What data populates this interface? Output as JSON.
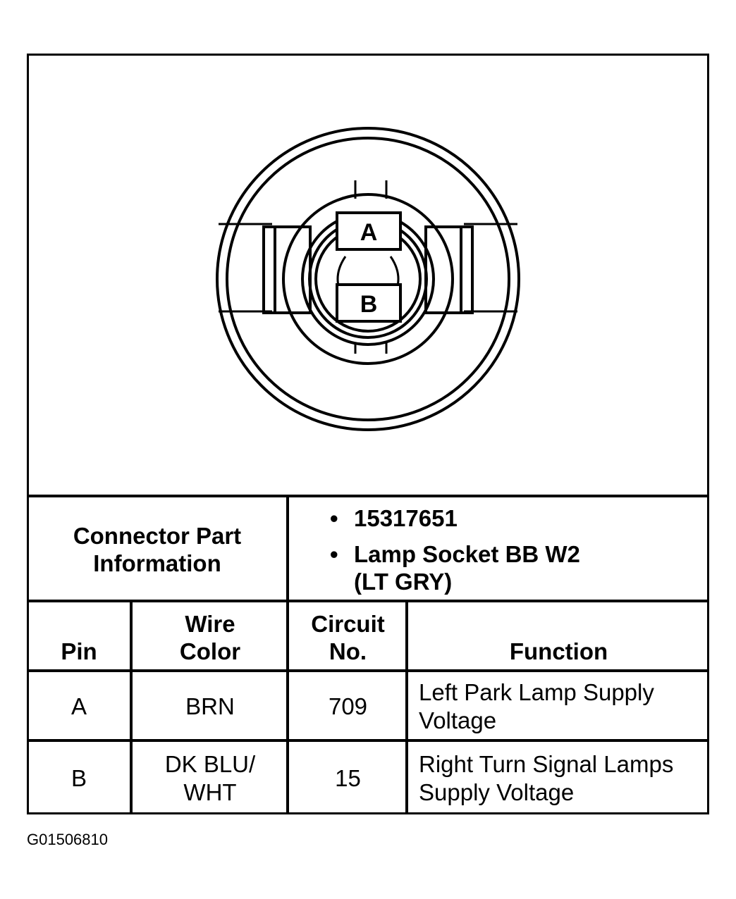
{
  "connector": {
    "pins": [
      {
        "label": "A"
      },
      {
        "label": "B"
      }
    ]
  },
  "part_info": {
    "label_line1": "Connector Part",
    "label_line2": "Information",
    "part_number": "15317651",
    "description_line1": "Lamp Socket BB W2",
    "description_line2": "(LT GRY)"
  },
  "table": {
    "headers": {
      "pin": "Pin",
      "wire_color_line1": "Wire",
      "wire_color_line2": "Color",
      "circuit_line1": "Circuit",
      "circuit_line2": "No.",
      "function": "Function"
    },
    "rows": [
      {
        "pin": "A",
        "wire_line1": "BRN",
        "wire_line2": "",
        "circuit": "709",
        "function_line1": "Left Park Lamp Supply",
        "function_line2": "Voltage"
      },
      {
        "pin": "B",
        "wire_line1": "DK BLU/",
        "wire_line2": "WHT",
        "circuit": "15",
        "function_line1": "Right Turn Signal Lamps",
        "function_line2": "Supply Voltage"
      }
    ]
  },
  "figure_id": "G01506810"
}
